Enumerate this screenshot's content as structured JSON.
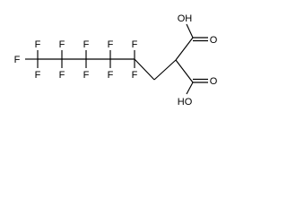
{
  "molecule": {
    "fluorines": [
      "F",
      "F",
      "F",
      "F",
      "F",
      "F",
      "F",
      "F",
      "F",
      "F",
      "F"
    ],
    "carbonyl_oxygens": [
      "O",
      "O"
    ],
    "hydroxyl_groups": [
      "OH",
      "HO"
    ]
  }
}
